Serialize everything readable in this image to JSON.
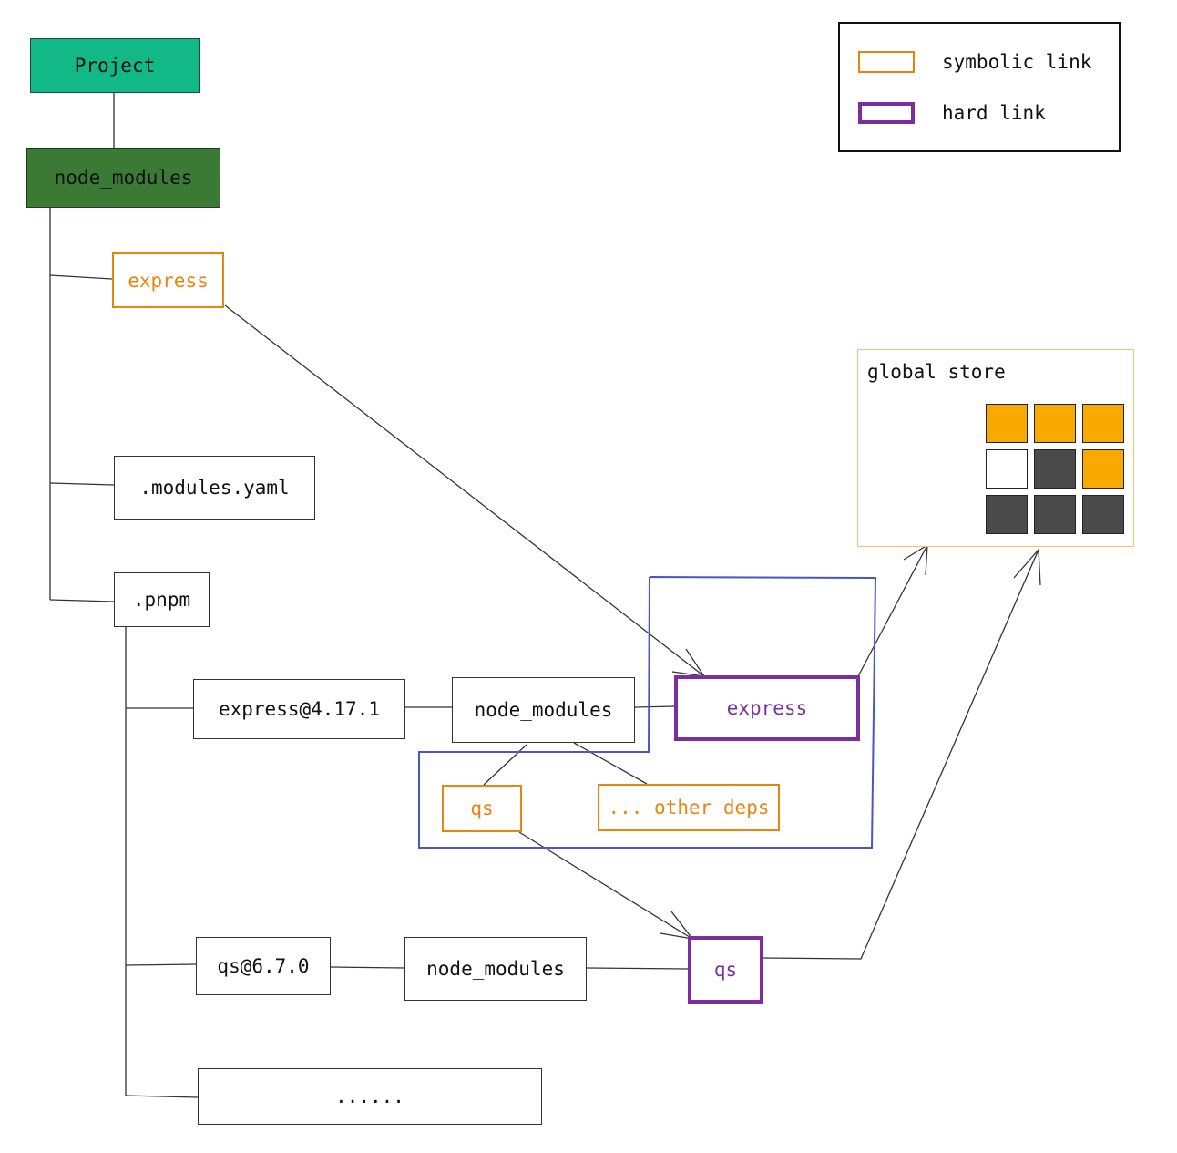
{
  "nodes": {
    "project": "Project",
    "root_node_modules": "node_modules",
    "express_symlink": "express",
    "modules_yaml": ".modules.yaml",
    "pnpm": ".pnpm",
    "express_version": "express@4.17.1",
    "express_node_modules": "node_modules",
    "express_hardlink": "express",
    "qs_symlink": "qs",
    "other_deps": "... other deps",
    "qs_version": "qs@6.7.0",
    "qs_node_modules": "node_modules",
    "qs_hardlink": "qs",
    "ellipsis": "......"
  },
  "legend": {
    "symbolic_link": "symbolic link",
    "hard_link": "hard link"
  },
  "global_store": {
    "title": "global store",
    "cells": [
      "orange",
      "orange",
      "orange",
      "white",
      "gray",
      "orange",
      "gray",
      "gray",
      "gray"
    ]
  },
  "colors": {
    "symbolic_link": "#e8850f",
    "hard_link": "#7b2e9e",
    "project": "#12b886",
    "node_modules_root": "#3b7a35",
    "store_orange": "#f7a900",
    "store_gray": "#4a4a4a",
    "store_white": "#ffffff",
    "region_outline": "#4a55c8",
    "store_border": "#f5c26b"
  }
}
